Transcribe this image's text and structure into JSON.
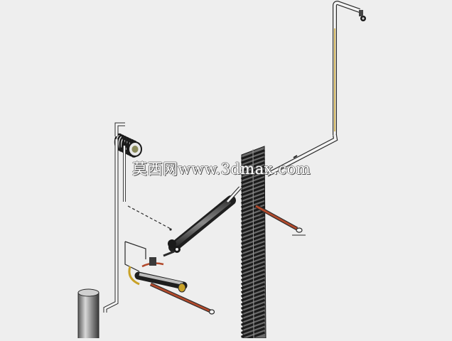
{
  "watermark": {
    "text": "莫西网www.3dmax.com"
  },
  "colors": {
    "background": "#eeeeee",
    "pipe_outline": "#2a2a2a",
    "pipe_fill": "#f4f4f4",
    "copper_pipe": "#b24a2c",
    "brass_pipe": "#c9a227",
    "radiator": "#1a1a1a",
    "tank": "#9a9a9a"
  },
  "components": [
    {
      "name": "vertical-supply-pipe-with-elbow"
    },
    {
      "name": "diagonal-connector-pipe"
    },
    {
      "name": "radiator-column"
    },
    {
      "name": "side-branch-pipe"
    },
    {
      "name": "main-insulated-cylinder"
    },
    {
      "name": "valve-assembly"
    },
    {
      "name": "coiled-heat-exchanger"
    },
    {
      "name": "left-riser-pipe"
    },
    {
      "name": "cylindrical-tank"
    }
  ]
}
